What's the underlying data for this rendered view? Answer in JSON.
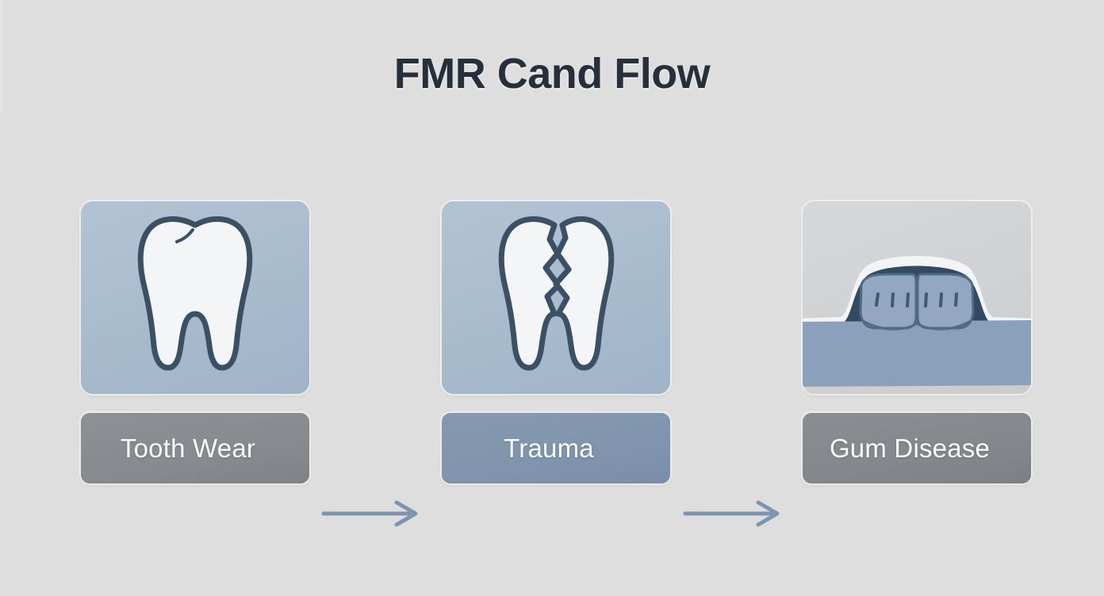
{
  "page": {
    "title": "FMR Cand Flow",
    "background_color": "#dedede"
  },
  "colors": {
    "title_text": "#262f3a",
    "panel_blue": "#a8bbcd",
    "panel_gray": "#cfd1d3",
    "label_gray": "#878b90",
    "label_blue": "#8094ad",
    "tooth_fill": "#f2f4f5",
    "tooth_outline": "#3c5065",
    "gum_band": "#8aa0bb",
    "gum_dark": "#334a60",
    "arrow": "#7f94ae",
    "label_text": "#fcfdfe"
  },
  "flow": {
    "steps": [
      {
        "id": "tooth-wear",
        "label": "Tooth Wear",
        "icon": "tooth-icon",
        "panel_style": "blue",
        "label_style": "gray"
      },
      {
        "id": "trauma",
        "label": "Trauma",
        "icon": "cracked-tooth-icon",
        "panel_style": "blue",
        "label_style": "blue"
      },
      {
        "id": "gum-disease",
        "label": "Gum Disease",
        "icon": "gum-line-icon",
        "panel_style": "gray",
        "label_style": "gray"
      }
    ],
    "connectors": [
      {
        "id": "connector-1",
        "icon": "arrow-right-icon",
        "from": "tooth-wear",
        "to": "trauma"
      },
      {
        "id": "connector-2",
        "icon": "arrow-right-icon",
        "from": "trauma",
        "to": "gum-disease"
      }
    ]
  }
}
